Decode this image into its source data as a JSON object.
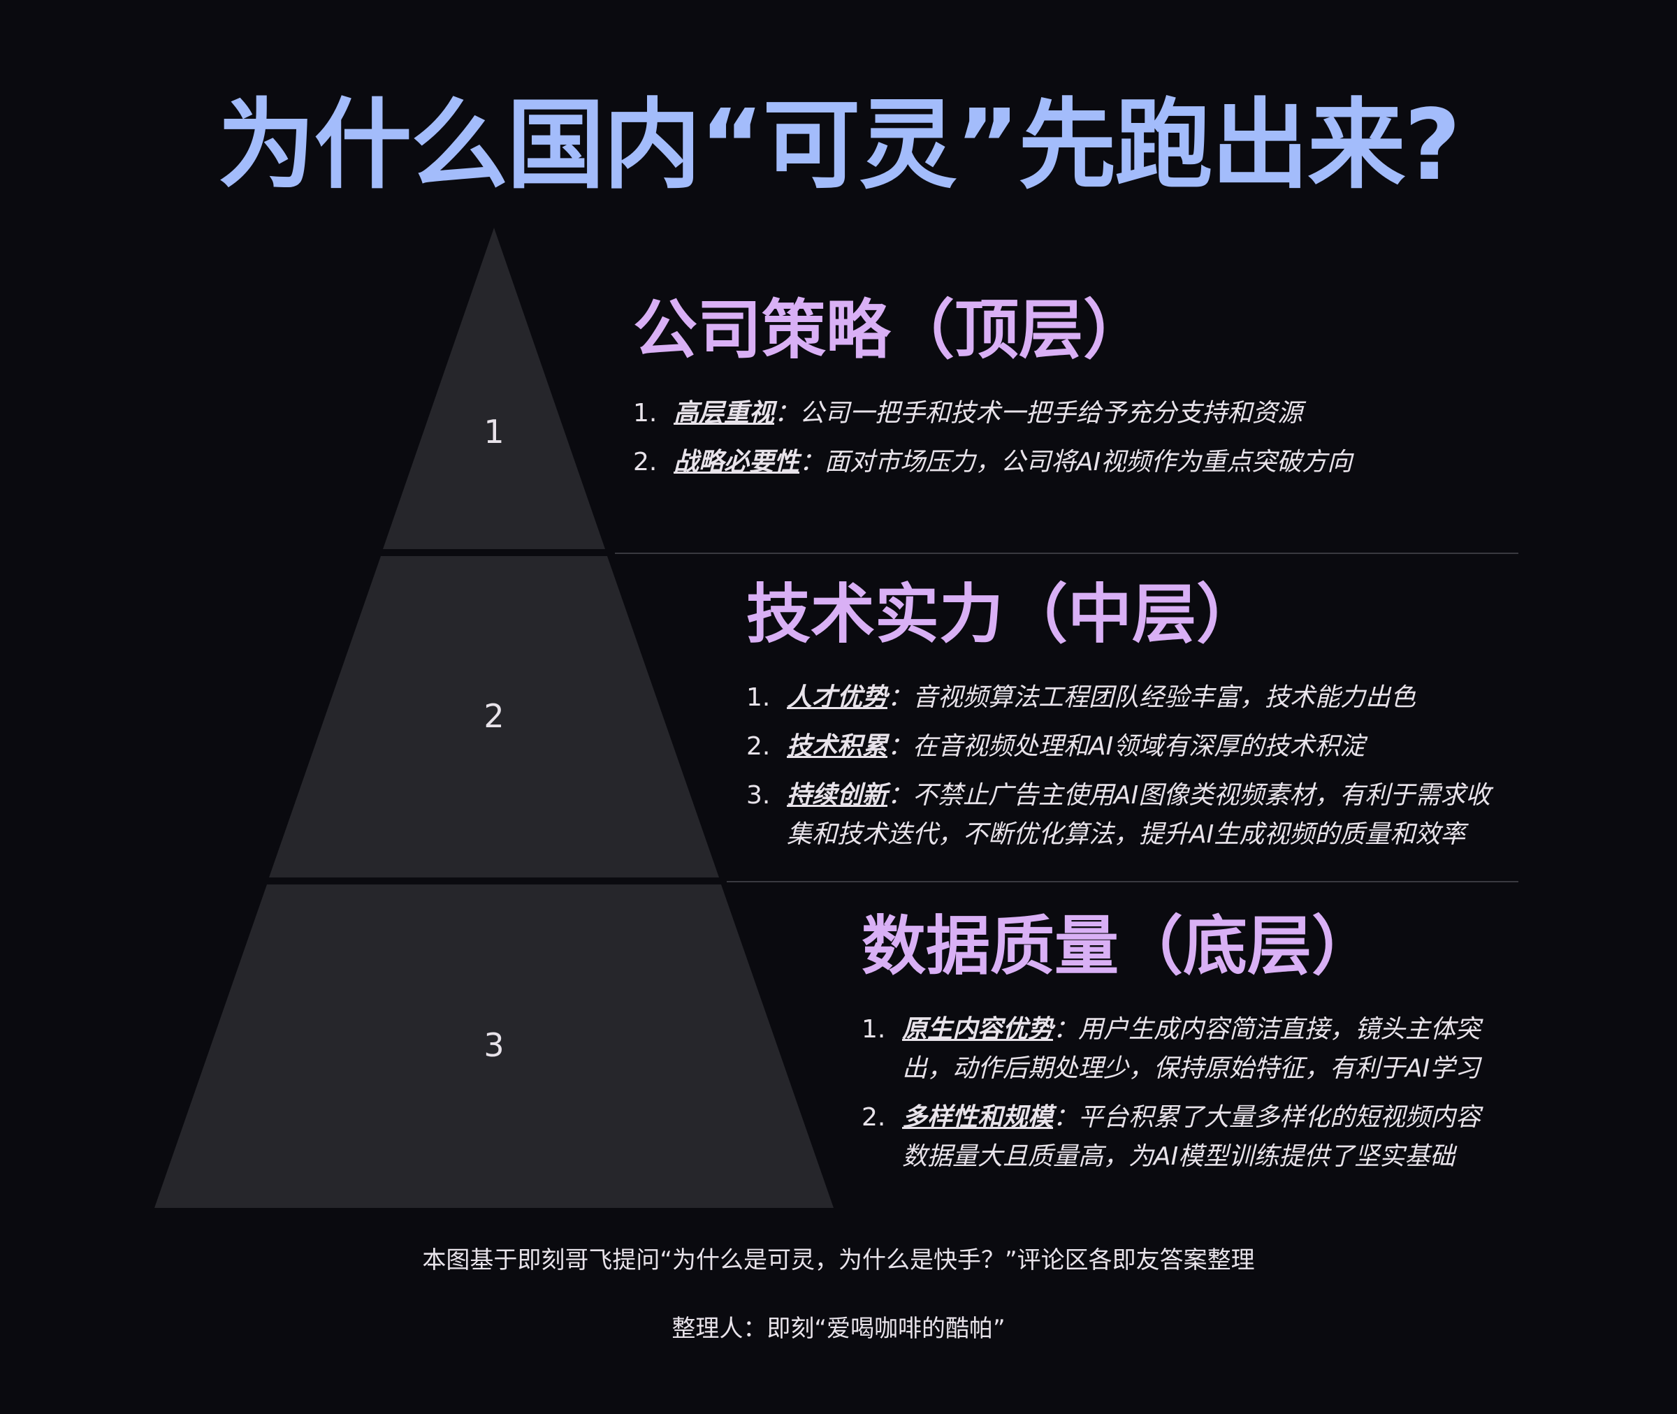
{
  "title": "为什么国内“可灵”先跑出来?",
  "pyramid": {
    "levels": [
      "1",
      "2",
      "3"
    ]
  },
  "colors": {
    "background": "#0a0a0f",
    "triangle": "#26262b",
    "title": "#a3bcfb",
    "heading": "#d9b0f5"
  },
  "tiers": [
    {
      "heading": "公司策略（顶层）",
      "items": [
        {
          "num": "1.",
          "key": "高层重视",
          "text": "：公司一把手和技术一把手给予充分支持和资源"
        },
        {
          "num": "2.",
          "key": "战略必要性",
          "text": "：面对市场压力，公司将AI视频作为重点突破方向"
        }
      ]
    },
    {
      "heading": "技术实力（中层）",
      "items": [
        {
          "num": "1.",
          "key": "人才优势",
          "text": "：音视频算法工程团队经验丰富，技术能力出色"
        },
        {
          "num": "2.",
          "key": "技术积累",
          "text": "：在音视频处理和AI领域有深厚的技术积淀"
        },
        {
          "num": "3.",
          "key": "持续创新",
          "text": "：不禁止广告主使用AI图像类视频素材，有利于需求收集和技术迭代，不断优化算法，提升AI生成视频的质量和效率"
        }
      ]
    },
    {
      "heading": "数据质量（底层）",
      "items": [
        {
          "num": "1.",
          "key": "原生内容优势",
          "text": "：用户生成内容简洁直接，镜头主体突出，动作后期处理少，保持原始特征，有利于AI学习"
        },
        {
          "num": "2.",
          "key": "多样性和规模",
          "text": "：平台积累了大量多样化的短视频内容数据量大且质量高，为AI模型训练提供了坚实基础"
        }
      ]
    }
  ],
  "footer": {
    "source": "本图基于即刻哥飞提问“为什么是可灵，为什么是快手？”评论区各即友答案整理",
    "author": "整理人：即刻“爱喝咖啡的酷帕”"
  }
}
